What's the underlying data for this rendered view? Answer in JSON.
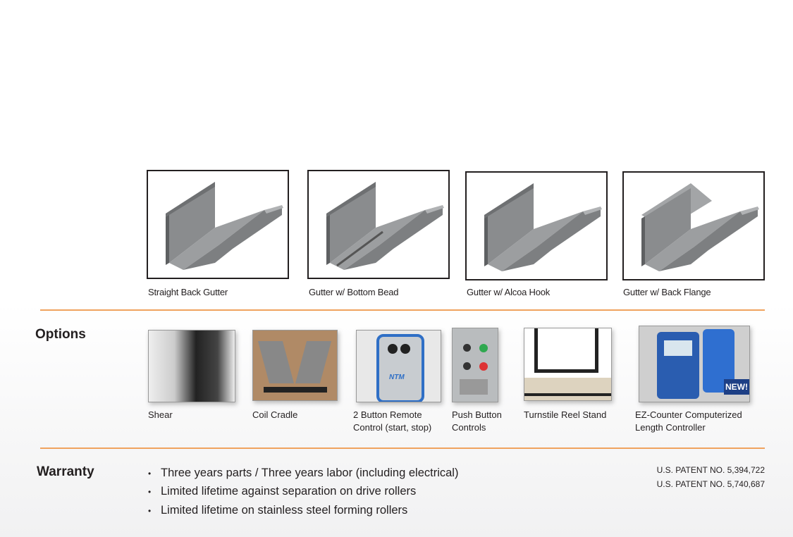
{
  "gutters": [
    {
      "label": "Straight Back Gutter",
      "variant": "straight"
    },
    {
      "label": "Gutter w/ Bottom Bead",
      "variant": "bead"
    },
    {
      "label": "Gutter w/ Alcoa Hook",
      "variant": "hook"
    },
    {
      "label": "Gutter w/ Back Flange",
      "variant": "flange"
    }
  ],
  "options": {
    "title": "Options",
    "items": [
      {
        "label": "Shear"
      },
      {
        "label": "Coil Cradle"
      },
      {
        "label": "2 Button Remote\nControl (start, stop)",
        "logo": "NTM"
      },
      {
        "label": "Push Button\nControls"
      },
      {
        "label": "Turnstile Reel Stand"
      },
      {
        "label": "EZ-Counter Computerized\nLength Controller",
        "badge": "NEW!"
      }
    ]
  },
  "warranty": {
    "title": "Warranty",
    "items": [
      "Three years parts / Three years labor (including electrical)",
      "Limited lifetime against separation on drive rollers",
      "Limited lifetime on stainless steel forming rollers"
    ]
  },
  "patents": [
    "U.S. PATENT NO. 5,394,722",
    "U.S. PATENT NO. 5,740,687"
  ],
  "colors": {
    "rule": "#f0a35e",
    "gutter": "#8a8c8e"
  }
}
